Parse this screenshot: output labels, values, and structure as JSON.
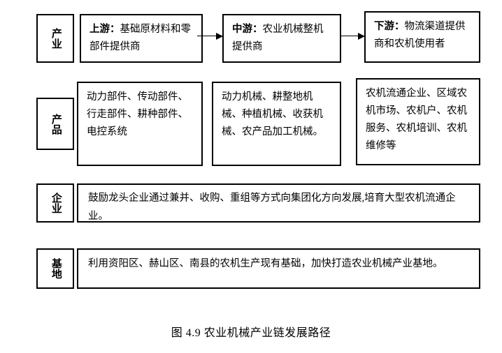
{
  "figure": {
    "caption": "图 4.9 农业机械产业链发展路径"
  },
  "rows": [
    {
      "key": "industry",
      "label": "产业",
      "boxes": [
        {
          "lead": "上游：",
          "text": "基础原材料和零部件提供商"
        },
        {
          "lead": "中游：",
          "text": "农业机械整机提供商"
        },
        {
          "lead": "下游：",
          "text": "物流渠道提供商和农机使用者"
        }
      ]
    },
    {
      "key": "product",
      "label": "产品",
      "boxes": [
        {
          "lead": "",
          "text": "动力部件、传动部件、行走部件、耕种部件、电控系统"
        },
        {
          "lead": "",
          "text": "动力机械、耕整地机械、种植机械、收获机械、农产品加工机械。"
        },
        {
          "lead": "",
          "text": "农机流通企业、区域农机市场、农机户、农机服务、农机培训、农机维修等"
        }
      ]
    },
    {
      "key": "enterprise",
      "label": "企业",
      "boxes": [
        {
          "lead": "",
          "text": "鼓励龙头企业通过兼并、收购、重组等方式向集团化方向发展,培育大型农机流通企业。"
        }
      ]
    },
    {
      "key": "base",
      "label": "基地",
      "boxes": [
        {
          "lead": "",
          "text": "利用资阳区、赫山区、南县的农机生产现有基础，加快打造农业机械产业基地。"
        }
      ]
    }
  ],
  "arrows": [
    {
      "name": "arrow-upstream-to-midstream"
    },
    {
      "name": "arrow-midstream-to-downstream"
    }
  ],
  "colors": {
    "stroke": "#000000",
    "background": "#ffffff",
    "text": "#000000"
  }
}
